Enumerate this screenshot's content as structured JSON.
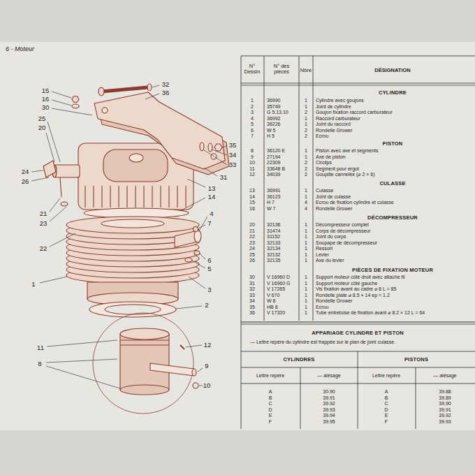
{
  "diagram": {
    "title": "6 - Moteur",
    "labels": [
      "15",
      "16",
      "30",
      "25",
      "20",
      "24",
      "26",
      "21",
      "23",
      "22",
      "1",
      "11",
      "8",
      "32",
      "36",
      "35",
      "34",
      "33",
      "31",
      "13",
      "14",
      "4",
      "7",
      "6",
      "5",
      "3",
      "2",
      "12",
      "9",
      "10",
      "N° Dessin",
      "N° des pièces",
      "Nbre",
      "DÉSIGNATION",
      "CYLINDRE",
      "1",
      "36990",
      "1",
      "Cylindre avec goujons",
      "2",
      "35749",
      "1",
      "Joint de cylindre",
      "3",
      "G 5.13.10",
      "2",
      "Goujon fixation raccord carburateur",
      "4",
      "36992",
      "1",
      "Raccord carburateur",
      "5",
      "36226",
      "1",
      "Joint du raccord",
      "6",
      "W 5",
      "2",
      "Rondelle Grower",
      "7",
      "H 5",
      "2",
      "Ecrou",
      "PISTON",
      "8",
      "36120 E",
      "1",
      "Piston avec axe et segments",
      "9",
      "27194",
      "1",
      "Axe de piston",
      "10",
      "22309",
      "2",
      "Circlips",
      "11",
      "33648 B",
      "2",
      "Segment pour ergot",
      "12",
      "34039",
      "2",
      "Goupille cannelée (⌀ 2 × 6)",
      "CULASSE",
      "13",
      "36991",
      "1",
      "Culasse",
      "14",
      "36123",
      "1",
      "Joint de culasse",
      "15",
      "H 7",
      "4",
      "Ecrou de fixation cylindre et culasse",
      "16",
      "W 7",
      "4",
      "Rondelle Grower",
      "DÉCOMPRESSEUR",
      "20",
      "32136",
      "1",
      "Décompresseur complet",
      "21",
      "31474",
      "1",
      "Corps de décompresseur",
      "22",
      "31152",
      "1",
      "Joint du corps",
      "23",
      "32133",
      "1",
      "Soupape de décompresseur",
      "24",
      "32134",
      "1",
      "Ressort",
      "25",
      "32132",
      "1",
      "Levier",
      "26",
      "32135",
      "1",
      "Axe du levier",
      "PIÈCES DE FIXATION MOTEUR",
      "30",
      "V 16960 D",
      "1",
      "Support moteur côté droit avec attache fil",
      "31",
      "V 16960 G",
      "1",
      "Support moteur côté gauche",
      "32",
      "V 17265",
      "1",
      "Vis fixation avant au cadre ⌀ 8 L = 85",
      "33",
      "V 670",
      "1",
      "Rondelle plate ⌀ 8.5 × 14 ep = 1.2",
      "34",
      "W 8",
      "1",
      "Rondelle Grower",
      "35",
      "HB 8",
      "1",
      "Ecrou",
      "36",
      "V 17320",
      "1",
      "Tube entretoise de fixation avant ⌀ 8.2 × 12 L = 64",
      "APPARIAGE CYLINDRE ET PISTON",
      "— Lettre repère du cylindre est frappée sur le plan de joint culasse.",
      "CYLINDRES",
      "PISTONS",
      "Lettre repère",
      "— alésage",
      "Lettre repère",
      "— alésage",
      "A",
      "30.90",
      "A",
      "39.88",
      "B",
      "39.91",
      "B",
      "39.89",
      "C",
      "39.92",
      "C",
      "39.90",
      "D",
      "39.93",
      "D",
      "39.91",
      "E",
      "39.94",
      "E",
      "39.92",
      "F",
      "39.95",
      "F",
      "39.93"
    ]
  }
}
